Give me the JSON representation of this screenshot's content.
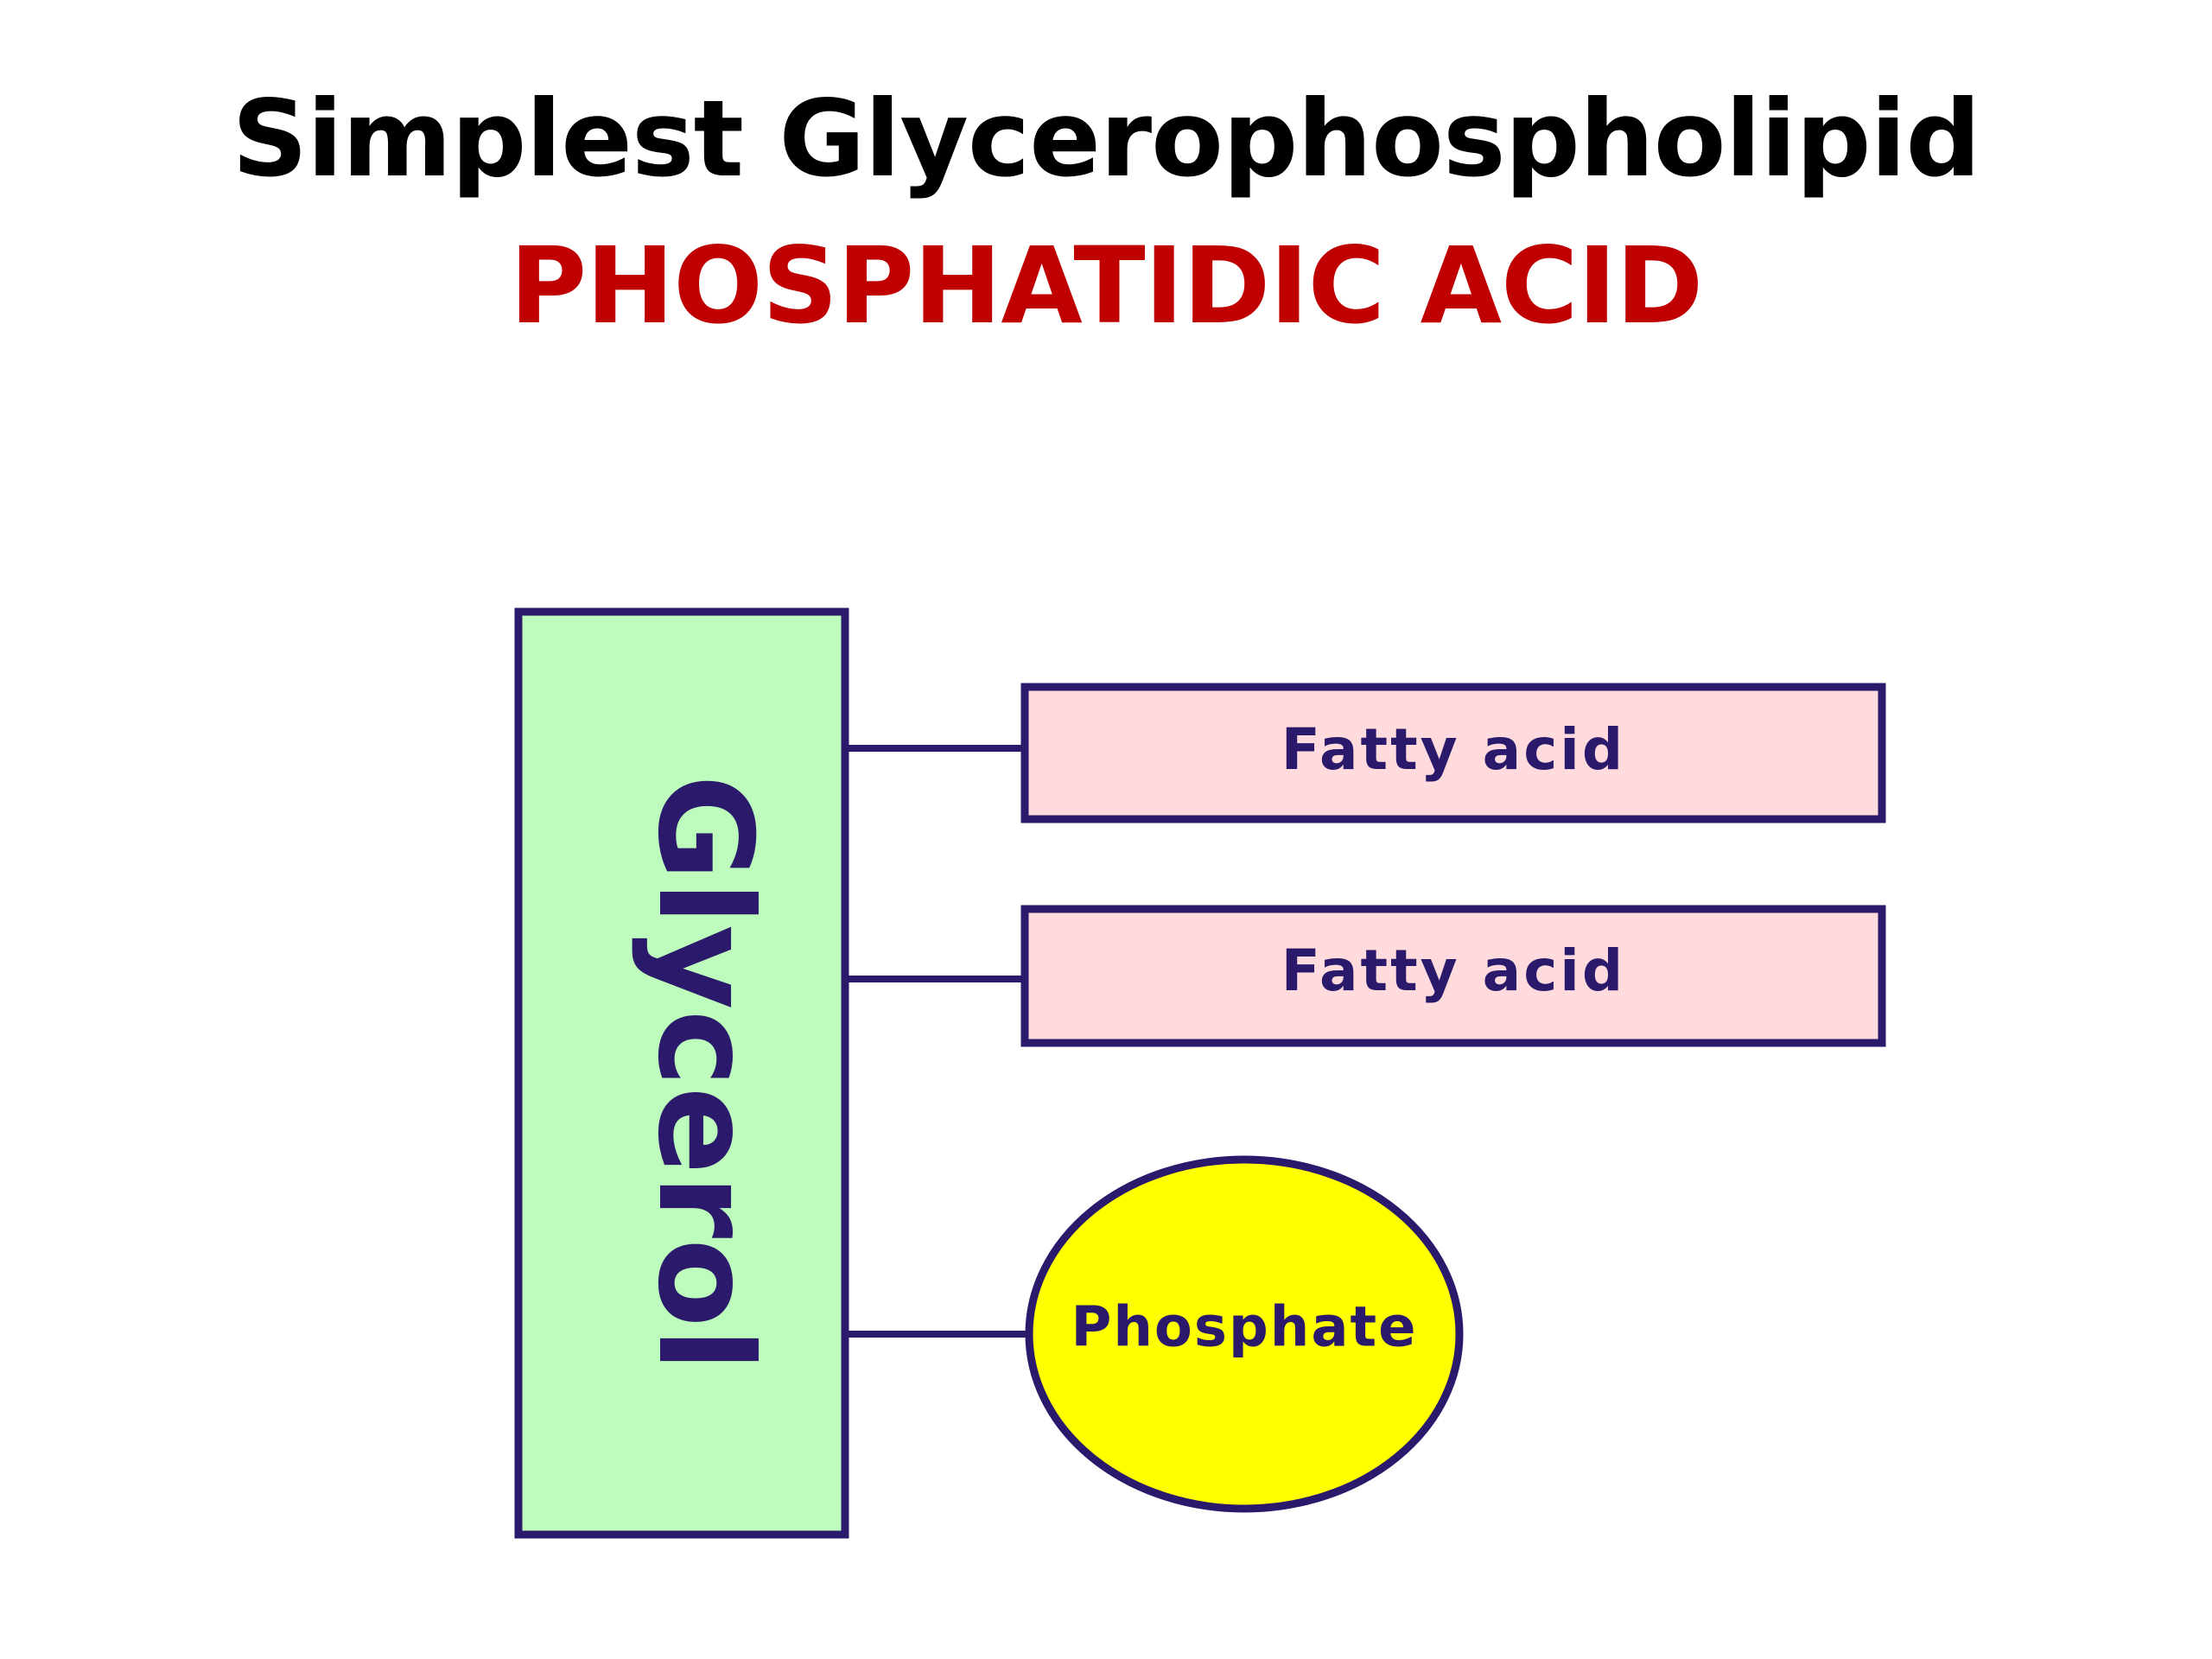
{
  "slide": {
    "title": "Simplest Glycerophospholipid",
    "subtitle": "PHOSPHATIDIC  ACID"
  },
  "diagram": {
    "backbone": {
      "label": "Glycerol",
      "fill": "#bdfcbc"
    },
    "chains": [
      {
        "label": "Fatty acid",
        "fill": "#ffdbdd"
      },
      {
        "label": "Fatty acid",
        "fill": "#ffdbdd"
      }
    ],
    "head": {
      "label": "Phosphate",
      "fill": "#ffff00"
    },
    "outline_color": "#2b1a6b",
    "text_color": "#2b1a6b"
  }
}
